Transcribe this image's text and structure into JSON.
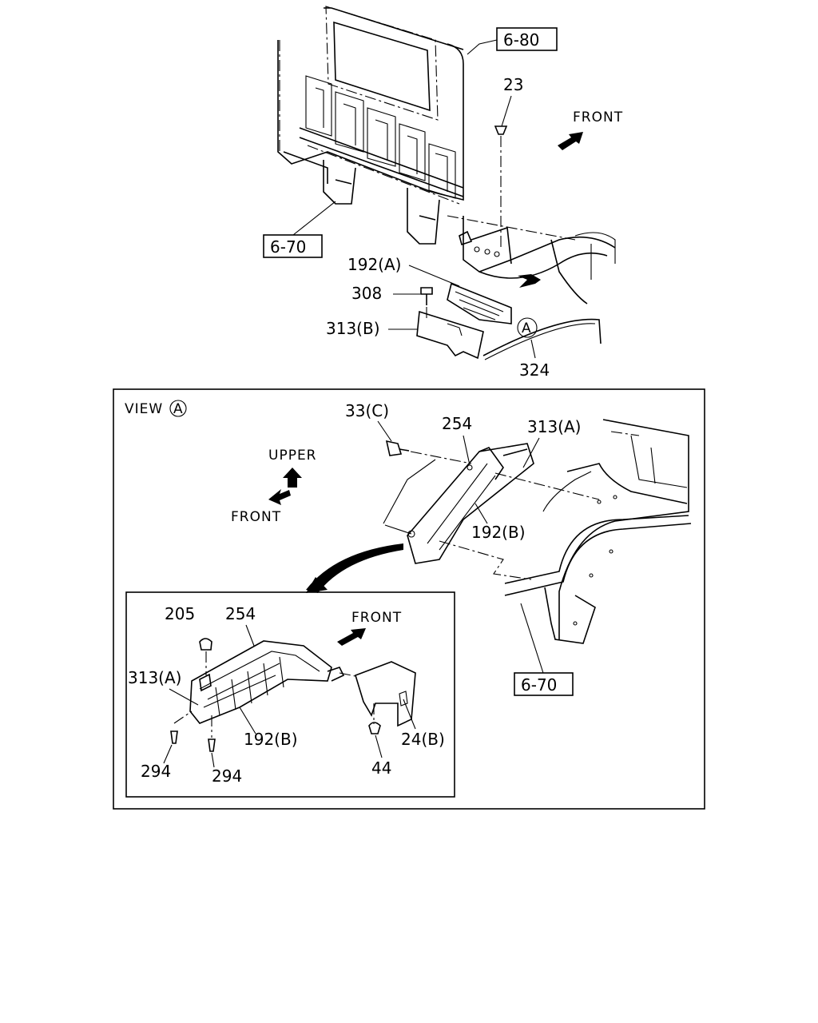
{
  "labels": {
    "ref_6_80": "6-80",
    "ref_6_70_top": "6-70",
    "ref_6_70_view": "6-70",
    "p23": "23",
    "front_top": "FRONT",
    "p192a": "192(A)",
    "p308": "308",
    "p313b": "313(B)",
    "p324": "324",
    "circle_a": "A",
    "view_a_text": "VIEW",
    "upper": "UPPER",
    "front_view": "FRONT",
    "p33c": "33(C)",
    "p254_view": "254",
    "p313a_view": "313(A)",
    "p192b_view": "192(B)",
    "front_inset": "FRONT",
    "p205": "205",
    "p254_inset": "254",
    "p313a_inset": "313(A)",
    "p192b_inset": "192(B)",
    "p24b": "24(B)",
    "p294_1": "294",
    "p294_2": "294",
    "p44": "44"
  }
}
